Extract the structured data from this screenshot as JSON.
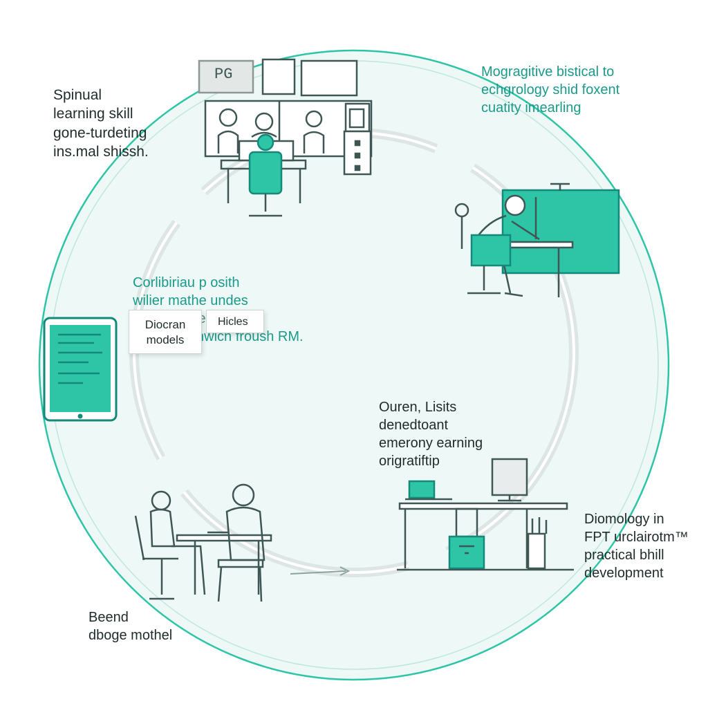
{
  "colors": {
    "accent": "#2ec4a6",
    "accent_dark": "#13897a",
    "ring_fill": "#eaf6f4",
    "line": "#4f6b68",
    "text_dark": "#1f2b2b",
    "text_teal": "#1a9a8a"
  },
  "labels": {
    "top_left": [
      "Spinual",
      "learning skill",
      "gone-turdeting",
      "ins.mal shissh."
    ],
    "top_right": [
      "Mogragitive bistical to",
      "echgrology shid foxent",
      "cuatity imearling"
    ],
    "center": [
      "Corlibiriau p osith",
      "wilier mathe undes",
      "tussaedi lelleng m",
      "emeviell enwich froush RM."
    ],
    "right_middle": [
      "Ouren, Lisits",
      "denedtoant",
      "emerony earning",
      "origratiftip"
    ],
    "bottom_right": [
      "Diomology in",
      "FPT urclairotm™",
      "practical bhill",
      "development"
    ],
    "bottom_left": [
      "Beend",
      "dboge mothel"
    ]
  },
  "cards": {
    "card1": [
      "Diocran",
      "models"
    ],
    "card2": "Hicles"
  },
  "office_sign": "PG",
  "icons": [
    "office-team-illustration",
    "person-at-computer-illustration",
    "tablet-icon",
    "workstation-illustration",
    "two-people-meeting-illustration",
    "cycle-arrow-icon"
  ]
}
